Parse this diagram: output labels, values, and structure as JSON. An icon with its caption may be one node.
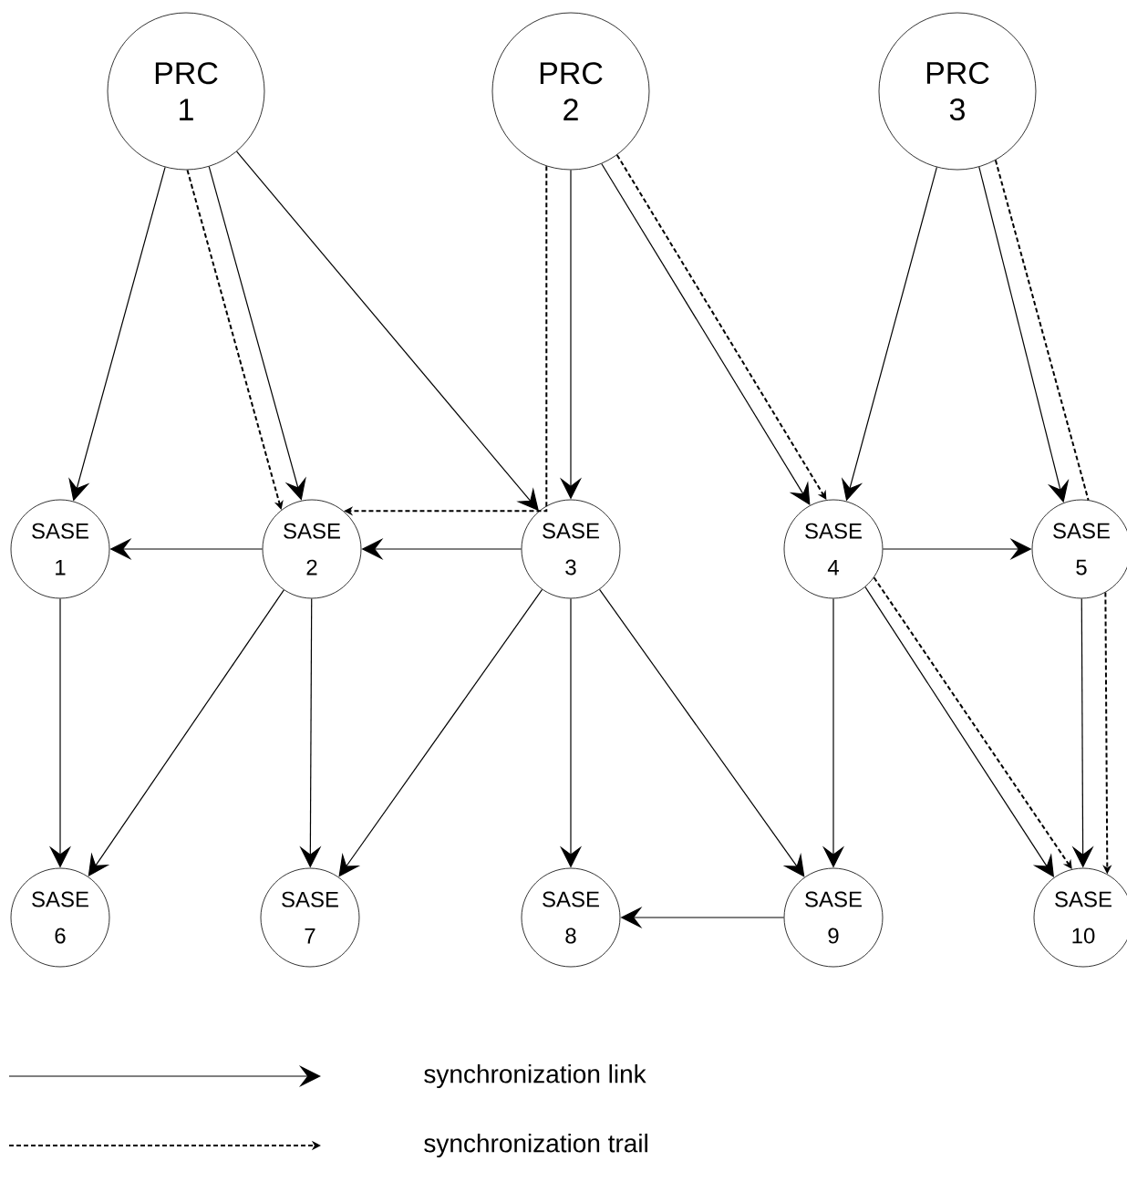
{
  "diagram": {
    "nodes": [
      {
        "text": [
          "PRC 1"
        ]
      },
      {
        "text": [
          "PRC 2"
        ]
      },
      {
        "text": [
          "PRC 3"
        ]
      },
      {
        "text": [
          "SASE 1"
        ]
      },
      {
        "text": [
          "SASE 2"
        ]
      },
      {
        "text": [
          "SASE 3"
        ]
      },
      {
        "text": [
          "SASE 4"
        ]
      },
      {
        "text": [
          "SASE 5"
        ]
      },
      {
        "text": [
          "SASE 6"
        ]
      },
      {
        "text": [
          "SASE 7"
        ]
      },
      {
        "text": [
          "SASE 8"
        ]
      },
      {
        "text": [
          "SASE 9"
        ]
      },
      {
        "text": [
          "SASE 10"
        ]
      }
    ],
    "edges": [
      {
        "from": 0,
        "to": 3,
        "arrow": "to"
      },
      {
        "from": 0,
        "to": 4,
        "arrow": "to"
      },
      {
        "from": 0,
        "to": 4,
        "arrow": "to",
        "style": "dashed"
      },
      {
        "from": 0,
        "to": 5,
        "arrow": "to"
      },
      {
        "from": 1,
        "to": 5,
        "arrow": "to"
      },
      {
        "from": 1,
        "to": 4,
        "arrow": "to",
        "style": "dashed"
      },
      {
        "from": 1,
        "to": 6,
        "arrow": "to"
      },
      {
        "from": 1,
        "to": 6,
        "arrow": "to",
        "style": "dashed"
      },
      {
        "from": 2,
        "to": 6,
        "arrow": "to"
      },
      {
        "from": 2,
        "to": 7,
        "arrow": "to"
      },
      {
        "from": 2,
        "to": 7,
        "arrow": "none",
        "style": "dashed"
      },
      {
        "from": 5,
        "to": 4,
        "arrow": "to"
      },
      {
        "from": 4,
        "to": 3,
        "arrow": "to"
      },
      {
        "from": 6,
        "to": 7,
        "arrow": "to"
      },
      {
        "from": 3,
        "to": 8,
        "arrow": "to"
      },
      {
        "from": 4,
        "to": 8,
        "arrow": "to"
      },
      {
        "from": 4,
        "to": 9,
        "arrow": "to"
      },
      {
        "from": 5,
        "to": 9,
        "arrow": "to"
      },
      {
        "from": 5,
        "to": 10,
        "arrow": "to"
      },
      {
        "from": 5,
        "to": 11,
        "arrow": "to"
      },
      {
        "from": 6,
        "to": 11,
        "arrow": "to"
      },
      {
        "from": 6,
        "to": 12,
        "arrow": "to"
      },
      {
        "from": 6,
        "to": 12,
        "arrow": "to",
        "style": "dashed"
      },
      {
        "from": 7,
        "to": 12,
        "arrow": "to"
      },
      {
        "from": 7,
        "to": 12,
        "arrow": "to",
        "style": "dashed"
      },
      {
        "from": 11,
        "to": 10,
        "arrow": "to"
      }
    ],
    "legend": [
      {
        "text": "synchronization link"
      },
      {
        "text": "synchronization trail"
      }
    ]
  }
}
